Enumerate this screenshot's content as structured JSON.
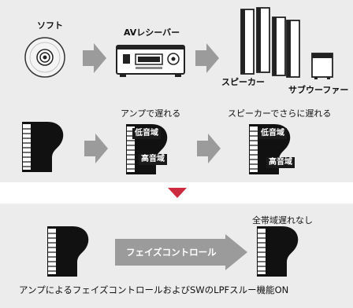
{
  "top": {
    "software_label": "ソフト",
    "av_receiver_label": "AVレシーバー",
    "speaker_label": "スピーカー",
    "subwoofer_label": "サブウーファー",
    "amp_delay_label": "アンプで遅れる",
    "speaker_delay_label": "スピーカーでさらに遅れる",
    "low_band_label": "低音域",
    "high_band_label": "高音域"
  },
  "bottom": {
    "no_delay_label": "全帯域遅れなし",
    "phase_control_label": "フェイズコントロール",
    "caption": "アンプによるフェイズコントロールおよびSWのLPFスルー機能ON"
  },
  "colors": {
    "panel_bg": "#ececec",
    "arrow_gray": "#9b9b9b",
    "divider_arrow": "#cc2a3e",
    "black": "#111111"
  }
}
